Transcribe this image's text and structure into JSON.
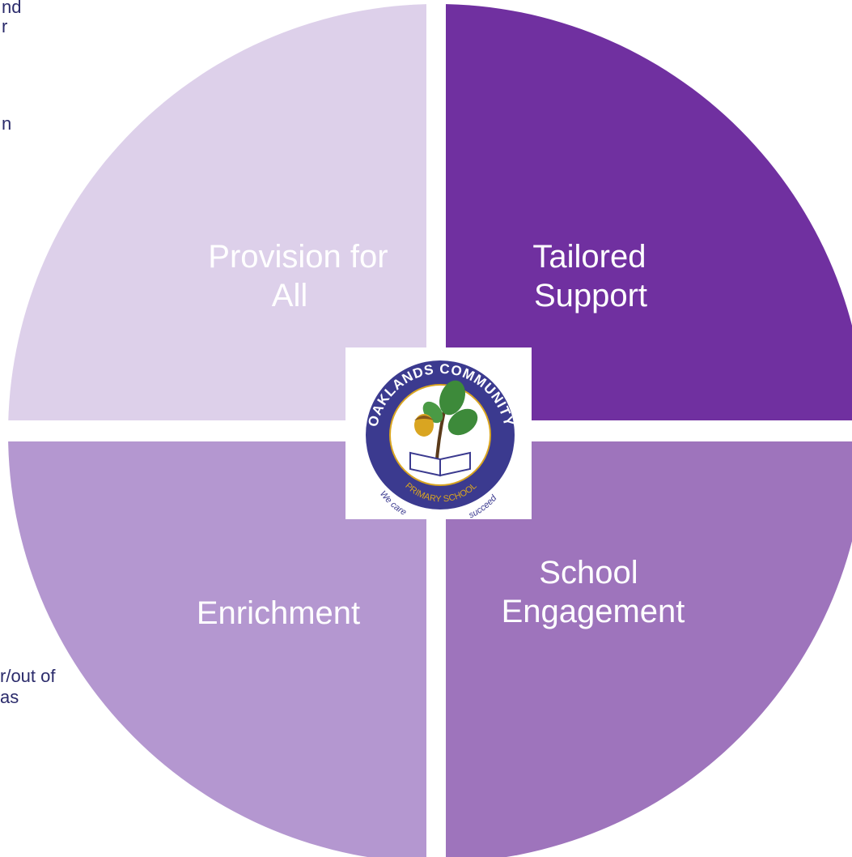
{
  "diagram": {
    "quadrants": [
      {
        "id": "top-left",
        "label_lines": [
          "Provision for",
          "All"
        ],
        "fill": "#ddd0ea",
        "text_color": "#ffffff"
      },
      {
        "id": "top-right",
        "label_lines": [
          "Tailored",
          "Support"
        ],
        "fill": "#7030a0",
        "text_color": "#ffffff"
      },
      {
        "id": "bottom-right",
        "label_lines": [
          "School",
          "Engagement"
        ],
        "fill": "#9e74bc",
        "text_color": "#ffffff"
      },
      {
        "id": "bottom-left",
        "label_lines": [
          "Enrichment"
        ],
        "fill": "#b497d0",
        "text_color": "#ffffff"
      }
    ],
    "gap_color": "#ffffff"
  },
  "side_text": {
    "top_fragments": [
      "nd",
      "r",
      "",
      "",
      "n"
    ],
    "bottom_fragments": [
      "r/out of",
      "as"
    ],
    "color": "#2b2b6b"
  },
  "logo": {
    "top_arc_text": "OAKLANDS COMMUNITY",
    "bottom_arc_text": "PRIMARY SCHOOL",
    "motto_left": "We care",
    "motto_right": "succeed",
    "ring_color": "#3b3a8f",
    "accent_color": "#d9a521",
    "leaf_color": "#3d8a3a"
  }
}
